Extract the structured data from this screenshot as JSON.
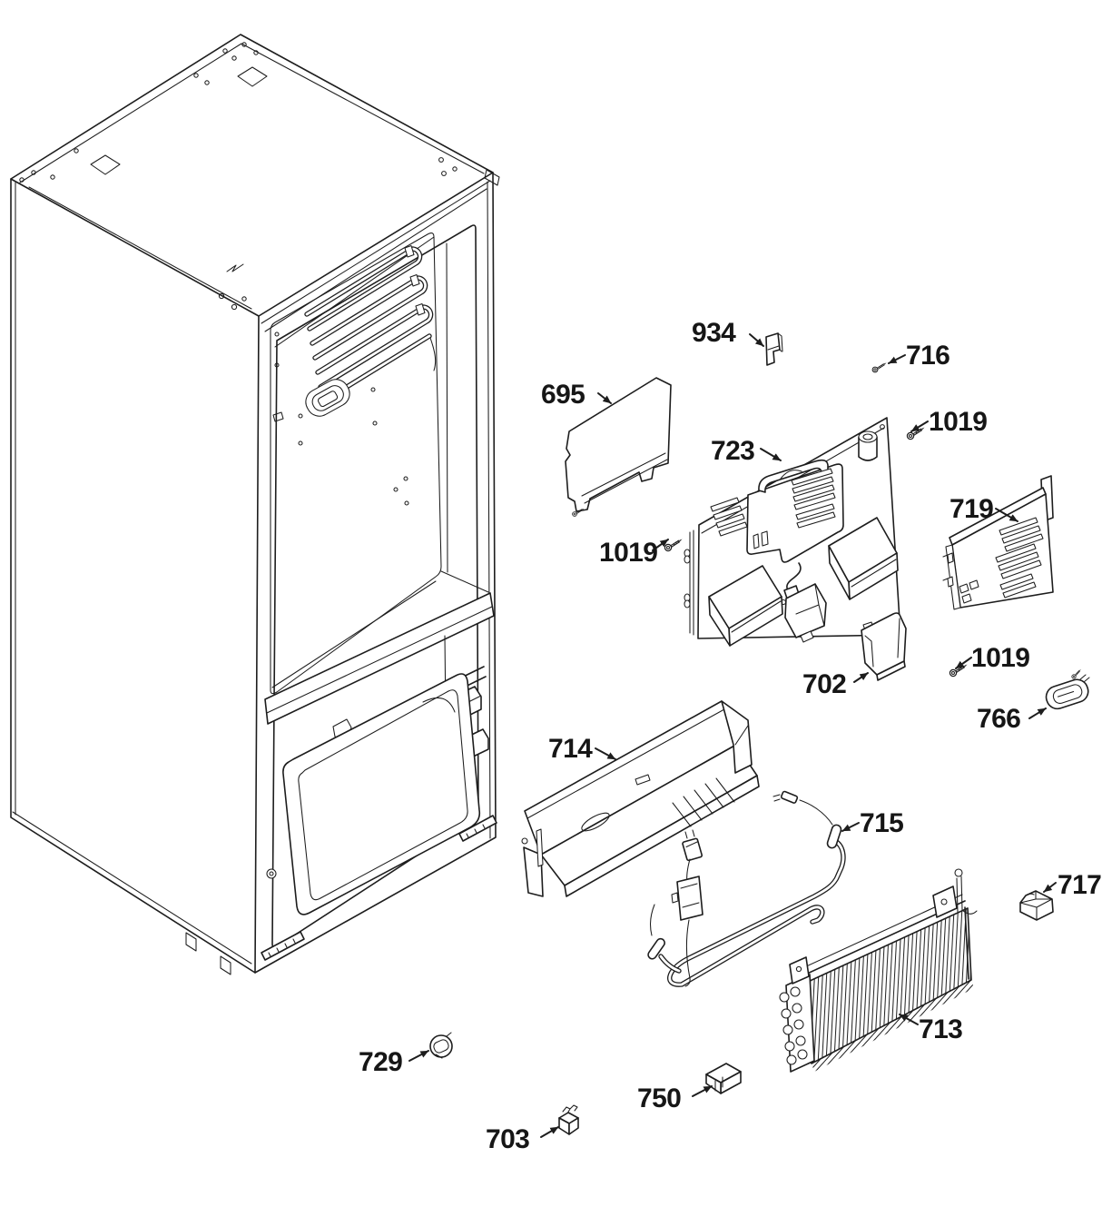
{
  "diagram": {
    "background_color": "#ffffff",
    "line_color": "#1d1d1d",
    "callouts": [
      {
        "id": "934",
        "label": "934"
      },
      {
        "id": "716",
        "label": "716"
      },
      {
        "id": "695",
        "label": "695"
      },
      {
        "id": "1019-a",
        "label": "1019"
      },
      {
        "id": "723",
        "label": "723"
      },
      {
        "id": "719",
        "label": "719"
      },
      {
        "id": "1019-b",
        "label": "1019"
      },
      {
        "id": "702",
        "label": "702"
      },
      {
        "id": "1019-c",
        "label": "1019"
      },
      {
        "id": "766",
        "label": "766"
      },
      {
        "id": "714",
        "label": "714"
      },
      {
        "id": "715",
        "label": "715"
      },
      {
        "id": "717",
        "label": "717"
      },
      {
        "id": "713",
        "label": "713"
      },
      {
        "id": "729",
        "label": "729"
      },
      {
        "id": "750",
        "label": "750"
      },
      {
        "id": "703",
        "label": "703"
      }
    ]
  }
}
